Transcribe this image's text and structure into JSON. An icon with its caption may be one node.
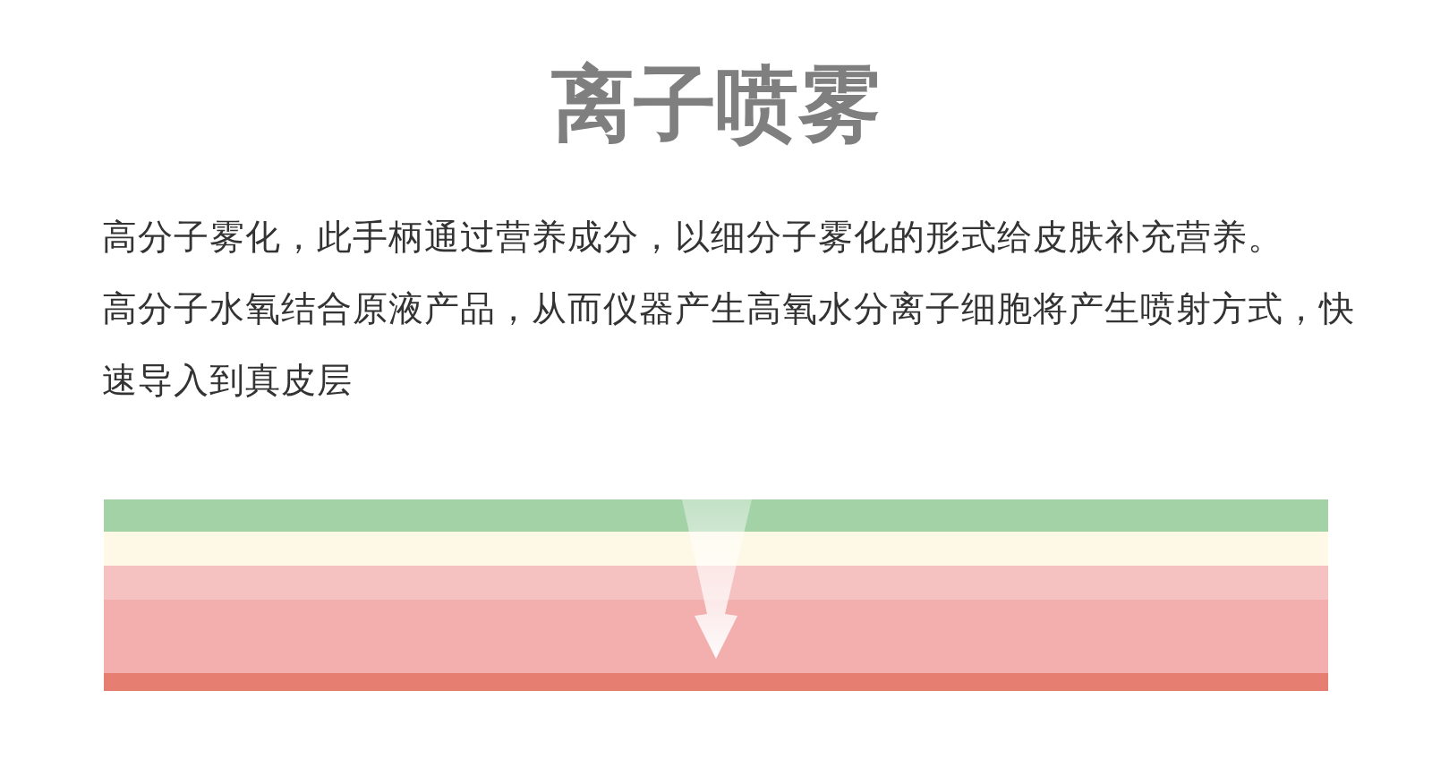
{
  "diagram": {
    "title": "离子喷雾",
    "labels": [
      "高分子雾化，此手柄通过营养成分，以细分子雾化的形式给皮肤补充营养。",
      "高分子水氧结合原液产品，从而仪器产生高氧水分离子细胞将产生喷射方式，快速导入到真皮层"
    ]
  }
}
